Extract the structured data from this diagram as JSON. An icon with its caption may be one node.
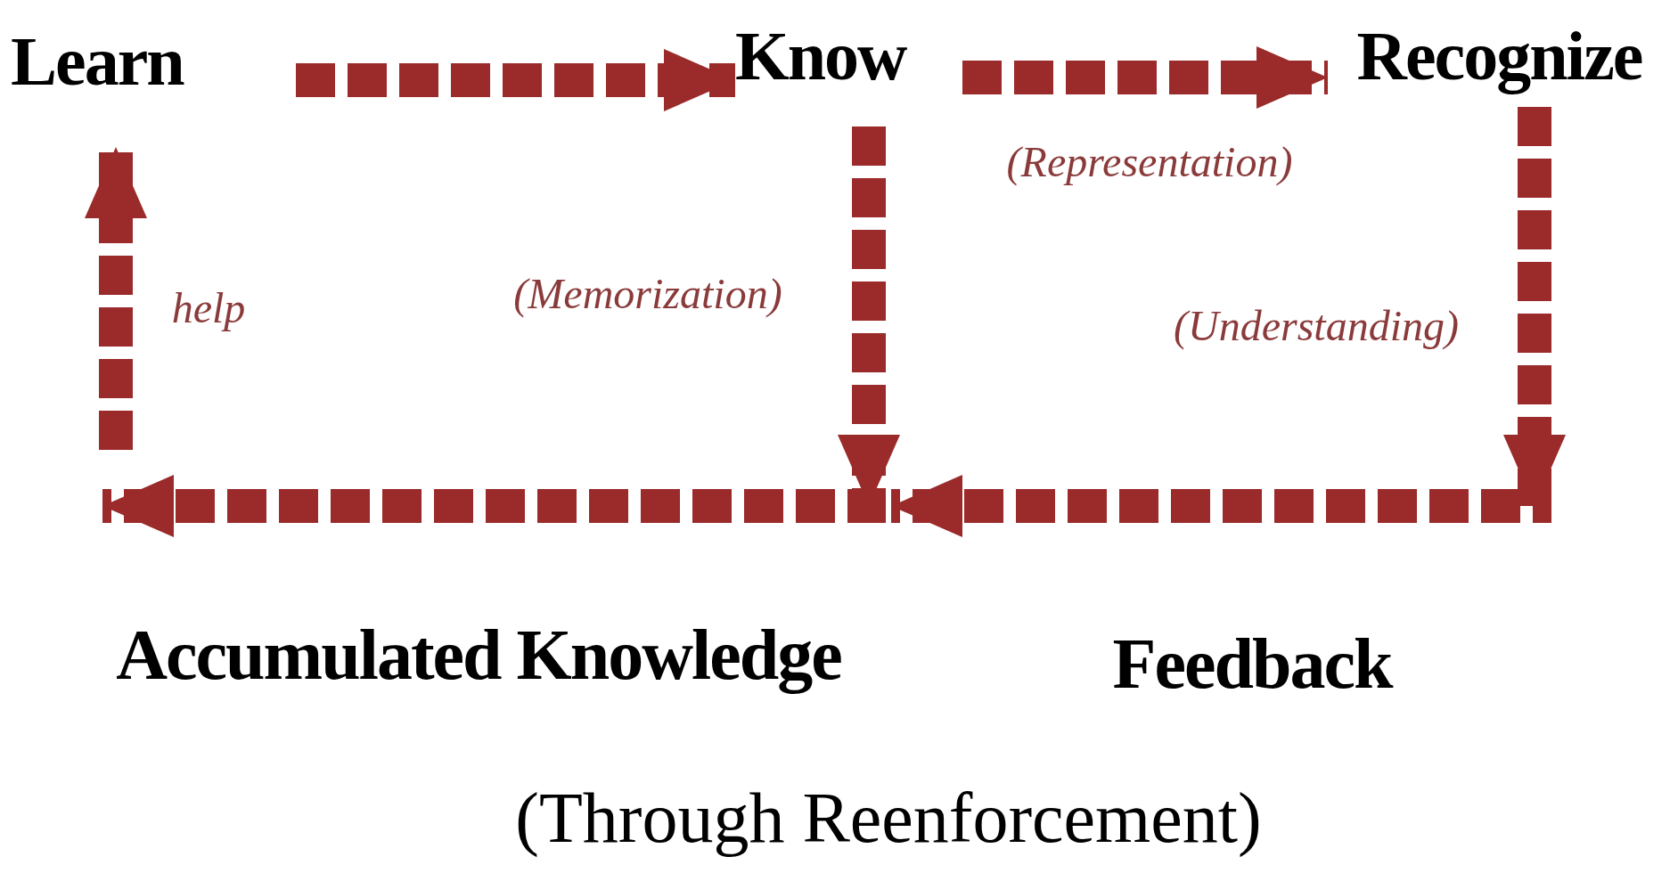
{
  "diagram": {
    "nodes": [
      {
        "text": [
          "Learn"
        ]
      },
      {
        "text": [
          "Know"
        ]
      },
      {
        "text": [
          "Recognize"
        ]
      }
    ],
    "edges": [
      {
        "from": 0,
        "to": 1,
        "arrow": "to",
        "style": "dashed"
      },
      {
        "from": 1,
        "to": 2,
        "arrow": "to",
        "style": "dashed",
        "label": "(Representation)"
      },
      {
        "from": 1,
        "to": null,
        "arrow": "to",
        "style": "dashed",
        "label": "(Memorization)"
      },
      {
        "from": 2,
        "to": null,
        "arrow": "to",
        "style": "dashed",
        "label": "(Understanding)"
      },
      {
        "from": null,
        "to": 0,
        "arrow": "to",
        "style": "dashed",
        "label": "help"
      }
    ],
    "labels": [
      "Accumulated Knowledge",
      "Feedback",
      "(Through Reenforcement)"
    ]
  }
}
